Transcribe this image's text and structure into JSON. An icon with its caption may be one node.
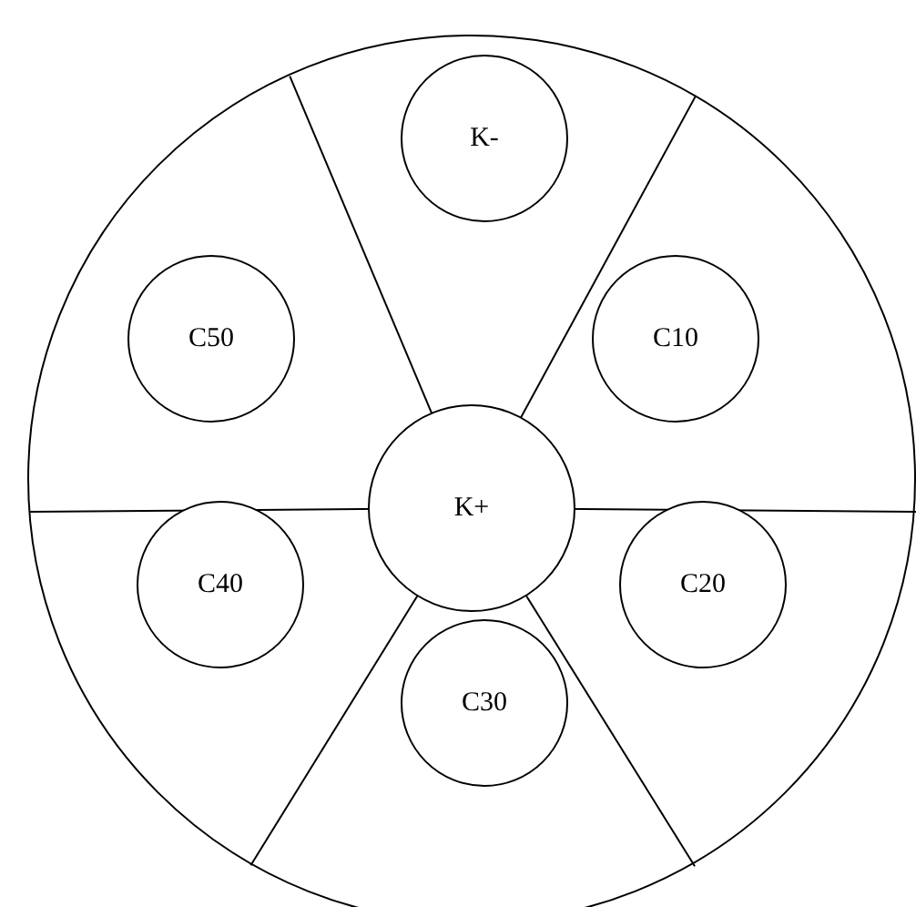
{
  "diagram": {
    "nodes": [
      {
        "text": [],
        "shape": "circle"
      },
      {
        "text": [
          "K-"
        ],
        "in": 0
      },
      {
        "text": [
          "C50"
        ],
        "in": 0
      },
      {
        "text": [
          "C10"
        ],
        "in": 0
      },
      {
        "text": [
          "K+"
        ],
        "in": 0
      },
      {
        "text": [
          "C40"
        ],
        "in": 0
      },
      {
        "text": [
          "C20"
        ],
        "in": 0
      },
      {
        "text": [
          "C30"
        ],
        "in": 0
      }
    ]
  }
}
